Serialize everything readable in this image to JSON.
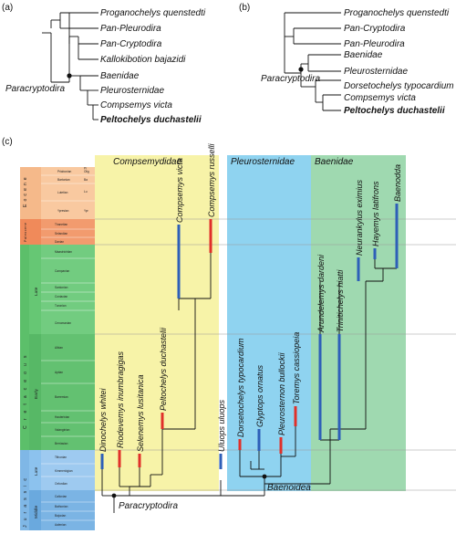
{
  "panel_a": {
    "label": "(a)",
    "taxa": [
      "Proganochelys quenstedti",
      "Pan-Pleurodira",
      "Pan-Cryptodira",
      "Kallokibotion bajazidi",
      "Baenidae",
      "Pleurosternidae",
      "Compsemys victa",
      "Peltochelys duchastelii"
    ],
    "node_label": "Paracryptodira"
  },
  "panel_b": {
    "label": "(b)",
    "taxa": [
      "Proganochelys quenstedti",
      "Pan-Cryptodira",
      "Pan-Pleurodira",
      "Baenidae",
      "Pleurosternidae",
      "Dorsetochelys typocardium",
      "Compsemys victa",
      "Peltochelys duchastelii"
    ],
    "node_label": "Paracryptodira"
  },
  "panel_c": {
    "label": "(c)",
    "clades": {
      "compsemydidae": "Compsemydidae",
      "pleurosternidae": "Pleurosternidae",
      "baenidae": "Baenidae"
    },
    "taxa": {
      "dinochelys": "Dinochelys whitei",
      "riodevemys": "Riodevemys inumbragigas",
      "selenemys": "Selenemys lusitanica",
      "peltochelys": "Peltochelys duchastelii",
      "compsemys_victa": "Compsemys victa",
      "compsemys_russelli": "Compsemys russelli",
      "uluops": "Uluops uluops",
      "dorsetochelys": "Dorsetochelys typocardium",
      "glyptops": "Glyptops ornatus",
      "pleurosternon": "Pleurosternon bullockii",
      "toremys": "Toremys cassiopeia",
      "arundelemys": "Arundelemys dardeni",
      "trinitichelys": "Trinitichelys hiatti",
      "neurankylus": "Neurankylus eximius",
      "hayemys": "Hayemys latifrons",
      "baenodda": "Baenodda"
    },
    "node_labels": {
      "paracryptodira": "Paracryptodira",
      "baenoidea": "Baenoidea"
    },
    "timescale": {
      "periods": [
        {
          "name": "Eocene",
          "color": "#f5b98a"
        },
        {
          "name": "Paleocene",
          "color": "#f08a5a"
        },
        {
          "name": "Cretaceous",
          "color": "#5cbf6a"
        },
        {
          "name": "Jurassic",
          "color": "#7fb7e6"
        }
      ],
      "epochs": [
        "Late",
        "Early",
        "Late",
        "Middle"
      ],
      "stages": {
        "eocene": [
          "Priabonian",
          "Bartonian",
          "Lutetian",
          "Ypresian"
        ],
        "paleocene": [
          "Thanetian",
          "Selandian",
          "Danian"
        ],
        "late_cretaceous": [
          "Maastrichtian",
          "Campanian",
          "Santonian",
          "Coniacian",
          "Turonian",
          "Cenomanian"
        ],
        "early_cretaceous": [
          "Albian",
          "Aptian",
          "Barremian",
          "Hauterivian",
          "Valanginian",
          "Berriasian"
        ],
        "late_jurassic": [
          "Tithonian",
          "Kimmeridgian",
          "Oxfordian"
        ],
        "middle_jurassic": [
          "Callovian",
          "Bathonian",
          "Bajocian",
          "Aalenian"
        ]
      },
      "eocene_sub": [
        "Olig",
        "Lu",
        "Ba",
        "Ypr",
        "Pr"
      ]
    },
    "colors": {
      "compsemydidae_bg": "#f7f3a8",
      "pleurosternidae_bg": "#8fd3f0",
      "baenidae_bg": "#9fd9b0",
      "range_blue": "#2e5fb8",
      "range_red": "#e0302a"
    }
  }
}
